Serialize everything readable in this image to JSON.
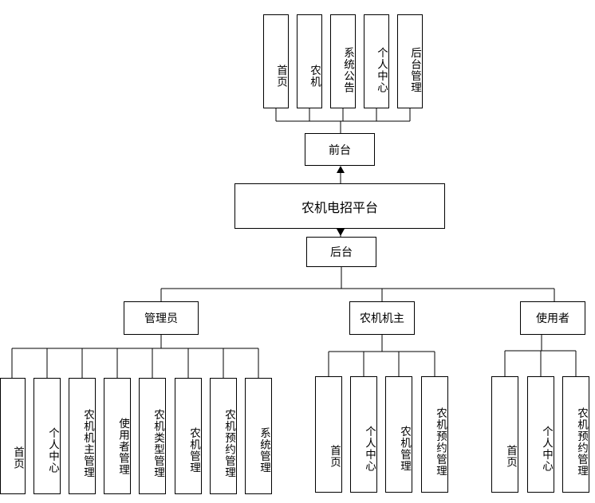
{
  "root": {
    "title": "农机电招平台"
  },
  "frontend": {
    "label": "前台",
    "items": [
      "首页",
      "农机",
      "系统公告",
      "个人中心",
      "后台管理"
    ]
  },
  "backend": {
    "label": "后台",
    "roles": [
      {
        "label": "管理员",
        "items": [
          "首页",
          "个人中心",
          "农机机主管理",
          "使用者管理",
          "农机类型管理",
          "农机管理",
          "农机预约管理",
          "系统管理"
        ]
      },
      {
        "label": "农机机主",
        "items": [
          "首页",
          "个人中心",
          "农机管理",
          "农机预约管理"
        ]
      },
      {
        "label": "使用者",
        "items": [
          "首页",
          "个人中心",
          "农机预约管理"
        ]
      }
    ]
  }
}
